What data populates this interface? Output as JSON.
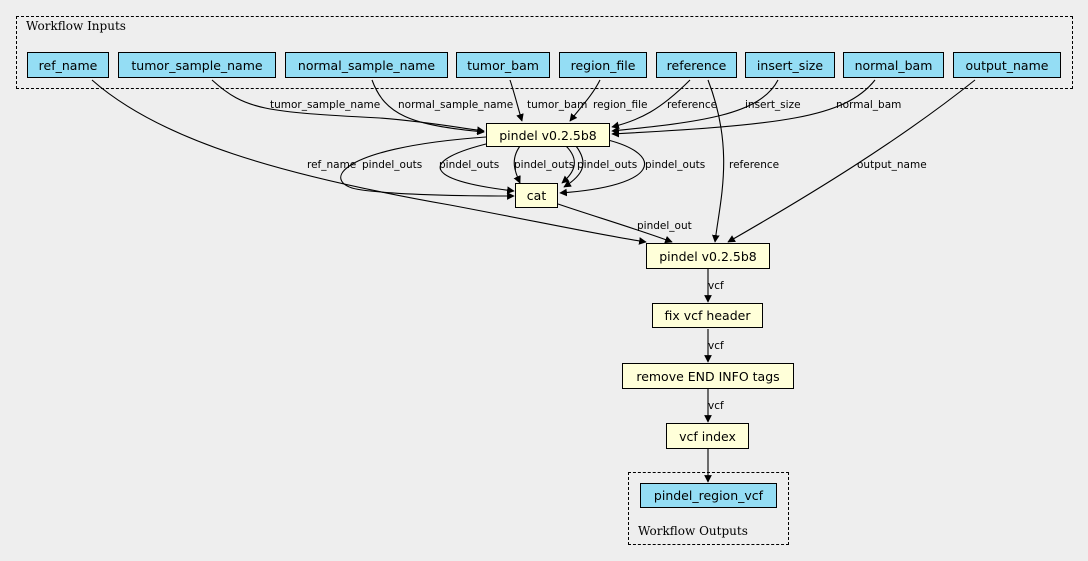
{
  "inputs_cluster": {
    "label": "Workflow Inputs"
  },
  "outputs_cluster": {
    "label": "Workflow Outputs"
  },
  "nodes": {
    "ref_name": "ref_name",
    "tumor_sample_name": "tumor_sample_name",
    "normal_sample_name": "normal_sample_name",
    "tumor_bam": "tumor_bam",
    "region_file": "region_file",
    "reference": "reference",
    "insert_size": "insert_size",
    "normal_bam": "normal_bam",
    "output_name": "output_name",
    "pindel_run": "pindel v0.2.5b8",
    "cat": "cat",
    "pindel_convert": "pindel v0.2.5b8",
    "fix_vcf_header": "fix vcf header",
    "remove_end_info": "remove END INFO tags",
    "vcf_index": "vcf index",
    "pindel_region_vcf": "pindel_region_vcf"
  },
  "edge_labels": {
    "tumor_sample_name": "tumor_sample_name",
    "normal_sample_name": "normal_sample_name",
    "tumor_bam": "tumor_bam",
    "region_file": "region_file",
    "reference": "reference",
    "insert_size": "insert_size",
    "normal_bam": "normal_bam",
    "ref_name": "ref_name",
    "pindel_outs": "pindel_outs",
    "pindel_out": "pindel_out",
    "reference_convert": "reference",
    "output_name": "output_name",
    "vcf": "vcf"
  },
  "colors": {
    "background": "#eeeeee",
    "io_fill": "#94ddf4",
    "step_fill": "#ffffd9",
    "edge": "#000000"
  }
}
